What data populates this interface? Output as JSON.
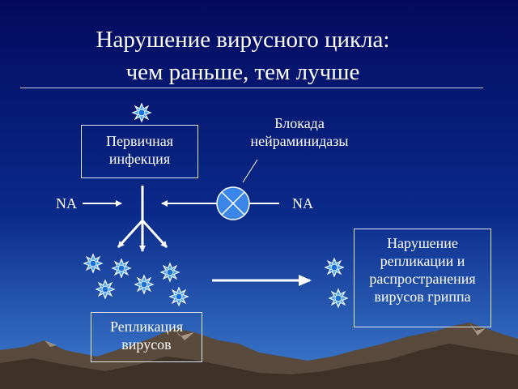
{
  "title": {
    "line1": "Нарушение вирусного цикла:",
    "line2": "чем раньше, тем лучше"
  },
  "primary_infection": {
    "line1": "Первичная",
    "line2": "инфекция"
  },
  "blockade": {
    "line1": "Блокада",
    "line2": "нейраминидазы"
  },
  "na_left": "NA",
  "na_right": "NA",
  "replication": {
    "line1": "Репликация",
    "line2": "вирусов"
  },
  "disruption": {
    "line1": "Нарушение",
    "line2": "репликации и",
    "line3": "распространения",
    "line4": "вирусов гриппа"
  },
  "colors": {
    "background_top": "#030a5e",
    "background_bottom": "#3f7fd0",
    "virus_fill": "#3aa0ff",
    "virus_ring": "#ffffff",
    "mountains": "#5a4a3c"
  },
  "icons": [
    "virus-icon",
    "blocked-circle-icon",
    "arrow-icon",
    "mountain-landscape"
  ]
}
